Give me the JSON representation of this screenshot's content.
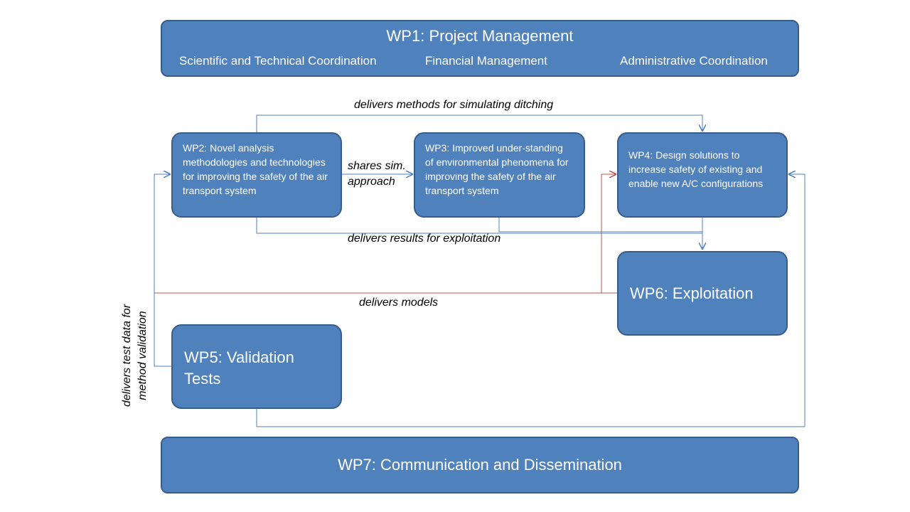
{
  "wp1": {
    "title": "WP1: Project Management",
    "sub1": "Scientific and Technical Coordination",
    "sub2": "Financial Management",
    "sub3": "Administrative Coordination"
  },
  "wp2": {
    "text": "WP2: Novel analysis methodologies and technologies  for improving the safety of the air transport system"
  },
  "wp3": {
    "text": "WP3: Improved under-standing of environmental phenomena for improving the safety of the air transport system"
  },
  "wp4": {
    "text": "WP4: Design solutions to increase safety of existing and enable new A/C configurations"
  },
  "wp5": {
    "text": "WP5: Validation Tests"
  },
  "wp6": {
    "text": "WP6: Exploitation"
  },
  "wp7": {
    "text": "WP7: Communication and Dissemination"
  },
  "labels": {
    "ditching": "delivers methods for simulating ditching",
    "shares": "shares sim. approach",
    "results": "delivers results for exploitation",
    "models": "delivers models",
    "testdata": "delivers test data for method validation"
  },
  "colors": {
    "box_fill": "#4f81bd",
    "box_border": "#385d8a",
    "blue_line": "#4f81bd",
    "red_line": "#c0504d",
    "label_text": "#000000"
  }
}
